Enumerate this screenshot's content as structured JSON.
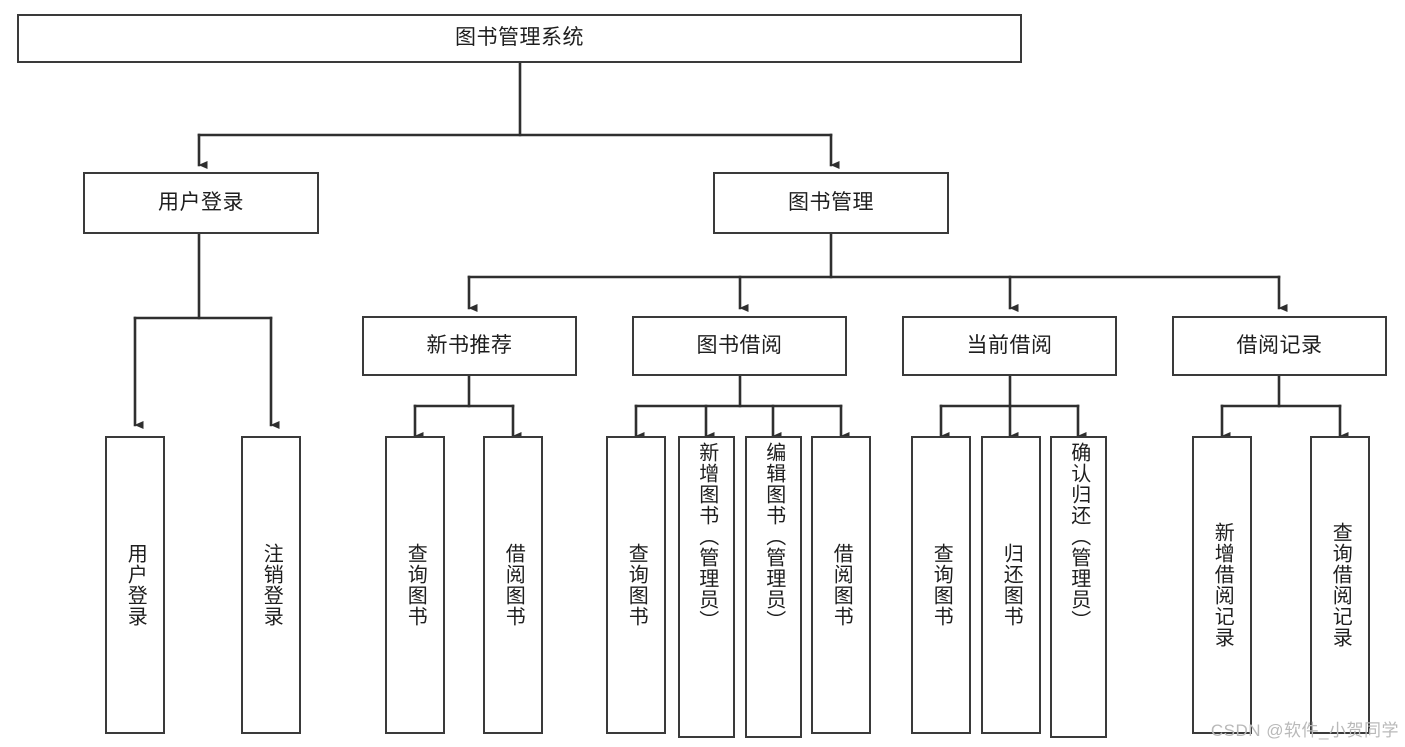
{
  "diagram": {
    "type": "hierarchy-tree",
    "title": "图书管理系统",
    "watermark": "CSDN @软件_小贺同学",
    "colors": {
      "box_border": "#3a3a3a",
      "box_fill": "#ffffff",
      "connector": "#2f2f2f",
      "text": "#1e1e1e",
      "watermark": "#b9b9b9"
    },
    "nodes": {
      "root": {
        "label": "图书管理系统"
      },
      "level2": [
        {
          "label": "用户登录"
        },
        {
          "label": "图书管理"
        }
      ],
      "level3": [
        {
          "label": "新书推荐"
        },
        {
          "label": "图书借阅"
        },
        {
          "label": "当前借阅"
        },
        {
          "label": "借阅记录"
        }
      ],
      "leaves": {
        "user_login": [
          {
            "label": "用户登录"
          },
          {
            "label": "注销登录"
          }
        ],
        "new_book": [
          {
            "label": "查询图书"
          },
          {
            "label": "借阅图书"
          }
        ],
        "book_borrow": [
          {
            "label": "查询图书"
          },
          {
            "label": "新增图书（管理员）"
          },
          {
            "label": "编辑图书（管理员）"
          },
          {
            "label": "借阅图书"
          }
        ],
        "current_borrow": [
          {
            "label": "查询图书"
          },
          {
            "label": "归还图书"
          },
          {
            "label": "确认归还（管理员）"
          }
        ],
        "borrow_record": [
          {
            "label": "新增借阅记录"
          },
          {
            "label": "查询借阅记录"
          }
        ]
      }
    }
  }
}
